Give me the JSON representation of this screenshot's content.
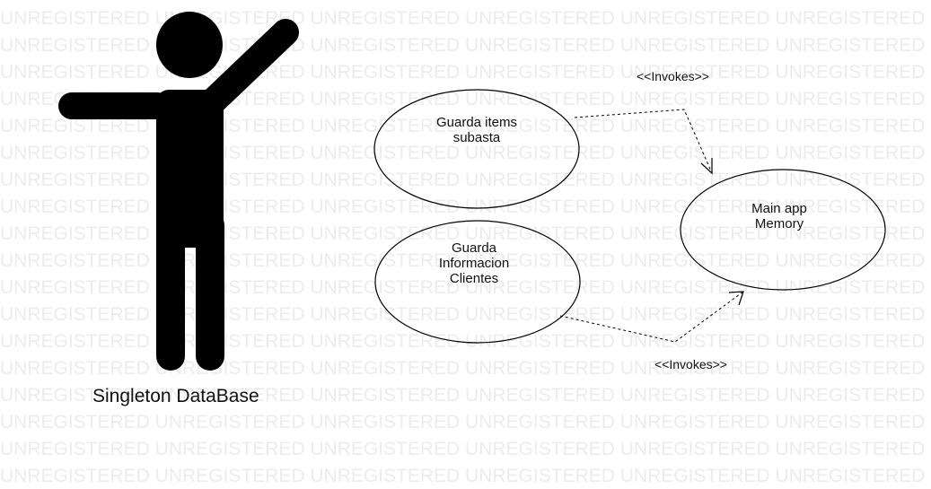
{
  "watermark": {
    "text": "UNREGISTERED"
  },
  "actor": {
    "name": "Singleton DataBase",
    "color": "#000000"
  },
  "use_cases": [
    {
      "id": "items",
      "lines": [
        "Guarda items",
        "subasta"
      ]
    },
    {
      "id": "clientes",
      "lines": [
        "Guarda",
        "Informacion",
        "Clientes"
      ]
    },
    {
      "id": "memory",
      "lines": [
        "Main app",
        "Memory"
      ]
    }
  ],
  "relations": [
    {
      "from": "items",
      "to": "memory",
      "stereotype": "<<Invokes>>",
      "style": "dashed"
    },
    {
      "from": "clientes",
      "to": "memory",
      "stereotype": "<<Invokes>>",
      "style": "dashed"
    }
  ]
}
